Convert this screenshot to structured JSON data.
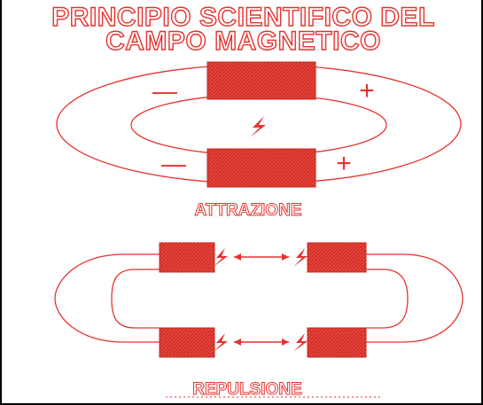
{
  "title": {
    "line1": "PRINCIPIO SCIENTIFICO DEL",
    "line2": "CAMPO MAGNETICO"
  },
  "attraction": {
    "label": "ATTRAZIONE",
    "top_left_sign": "—",
    "top_right_sign": "+",
    "bottom_left_sign": "—",
    "bottom_right_sign": "+"
  },
  "repulsion": {
    "label": "REPULSIONE"
  },
  "colors": {
    "accent": "#e6322e",
    "magnet_fill": "#e8443c",
    "background": "#ffffff"
  },
  "icons": [
    "lightning-bolt-icon",
    "double-arrow-icon"
  ]
}
